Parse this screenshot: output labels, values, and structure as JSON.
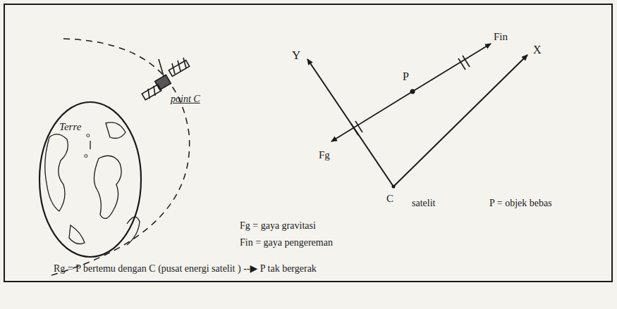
{
  "diagram": {
    "labels": [
      "point C",
      "Terre",
      "o",
      "o",
      "Y",
      "P",
      "Fin",
      "X",
      "Fg",
      "C",
      "satelit",
      "P = objek bebas",
      "Fg = gaya gravitasi",
      "Fin = gaya pengereman",
      "Rg = P bertemu dengan C (pusat energi satelit ) --▶ P tak bergerak"
    ]
  }
}
